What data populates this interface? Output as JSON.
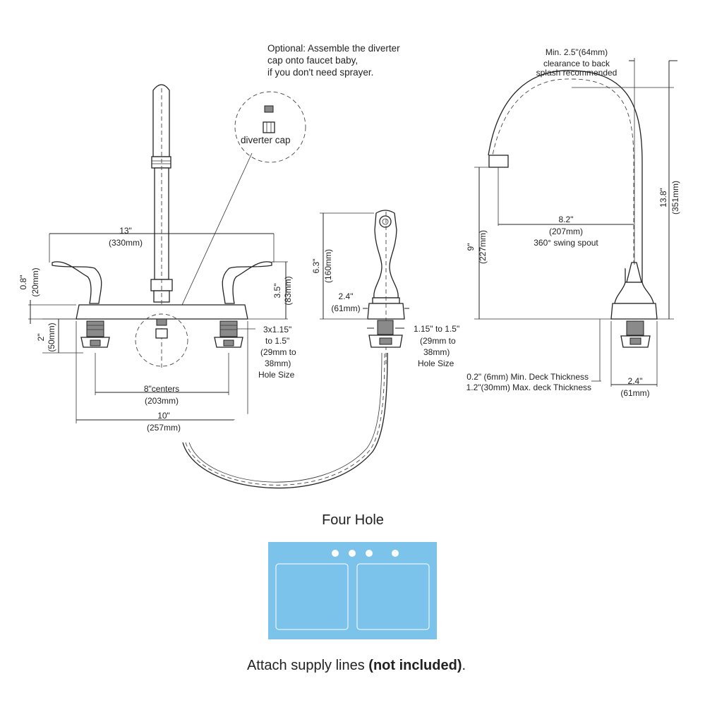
{
  "diagram": {
    "note_lines": [
      "Optional: Assemble the diverter",
      "cap onto faucet baby,",
      "if you don't need sprayer."
    ],
    "diverter_label": "diverter cap",
    "front": {
      "width13": [
        "13\"",
        "(330mm)"
      ],
      "d08": [
        "0.8\"",
        "(20mm)"
      ],
      "d35": [
        "3.5\"",
        "(83mm)"
      ],
      "d2": [
        "2\"",
        "(50mm)"
      ],
      "holes": [
        "3x1.15\"",
        "to 1.5\"",
        "(29mm to",
        "38mm)",
        "Hole Size"
      ],
      "centers": [
        "8\"centers",
        "(203mm)"
      ],
      "w10": [
        "10\"",
        "(257mm)"
      ]
    },
    "sprayer": {
      "h63": [
        "6.3\"",
        "(160mm)"
      ],
      "w24": [
        "2.4\"",
        "(61mm)"
      ],
      "holes": [
        "1.15\" to 1.5\"",
        "(29mm to",
        "38mm)",
        "Hole Size"
      ]
    },
    "side": {
      "clearance": [
        "Min. 2.5\"(64mm)",
        "clearance to back",
        "splash recommended"
      ],
      "h138": [
        "13.8\"",
        "(351mm)"
      ],
      "reach": [
        "8.2\"",
        "(207mm)",
        "360° swing spout"
      ],
      "h9": [
        "9\"",
        "(227mm)"
      ],
      "deck": [
        "0.2\" (6mm) Min. Deck Thickness",
        "1.2\"(30mm) Max. deck Thickness"
      ],
      "base": [
        "2.4\"",
        "(61mm)"
      ]
    },
    "sink_title": "Four Hole",
    "footer_prefix": "Attach supply lines ",
    "footer_bold": "(not included)",
    "footer_suffix": ".",
    "colors": {
      "sink_fill": "#7cc3ec",
      "sink_line": "#ffffff",
      "line": "#222222"
    }
  }
}
